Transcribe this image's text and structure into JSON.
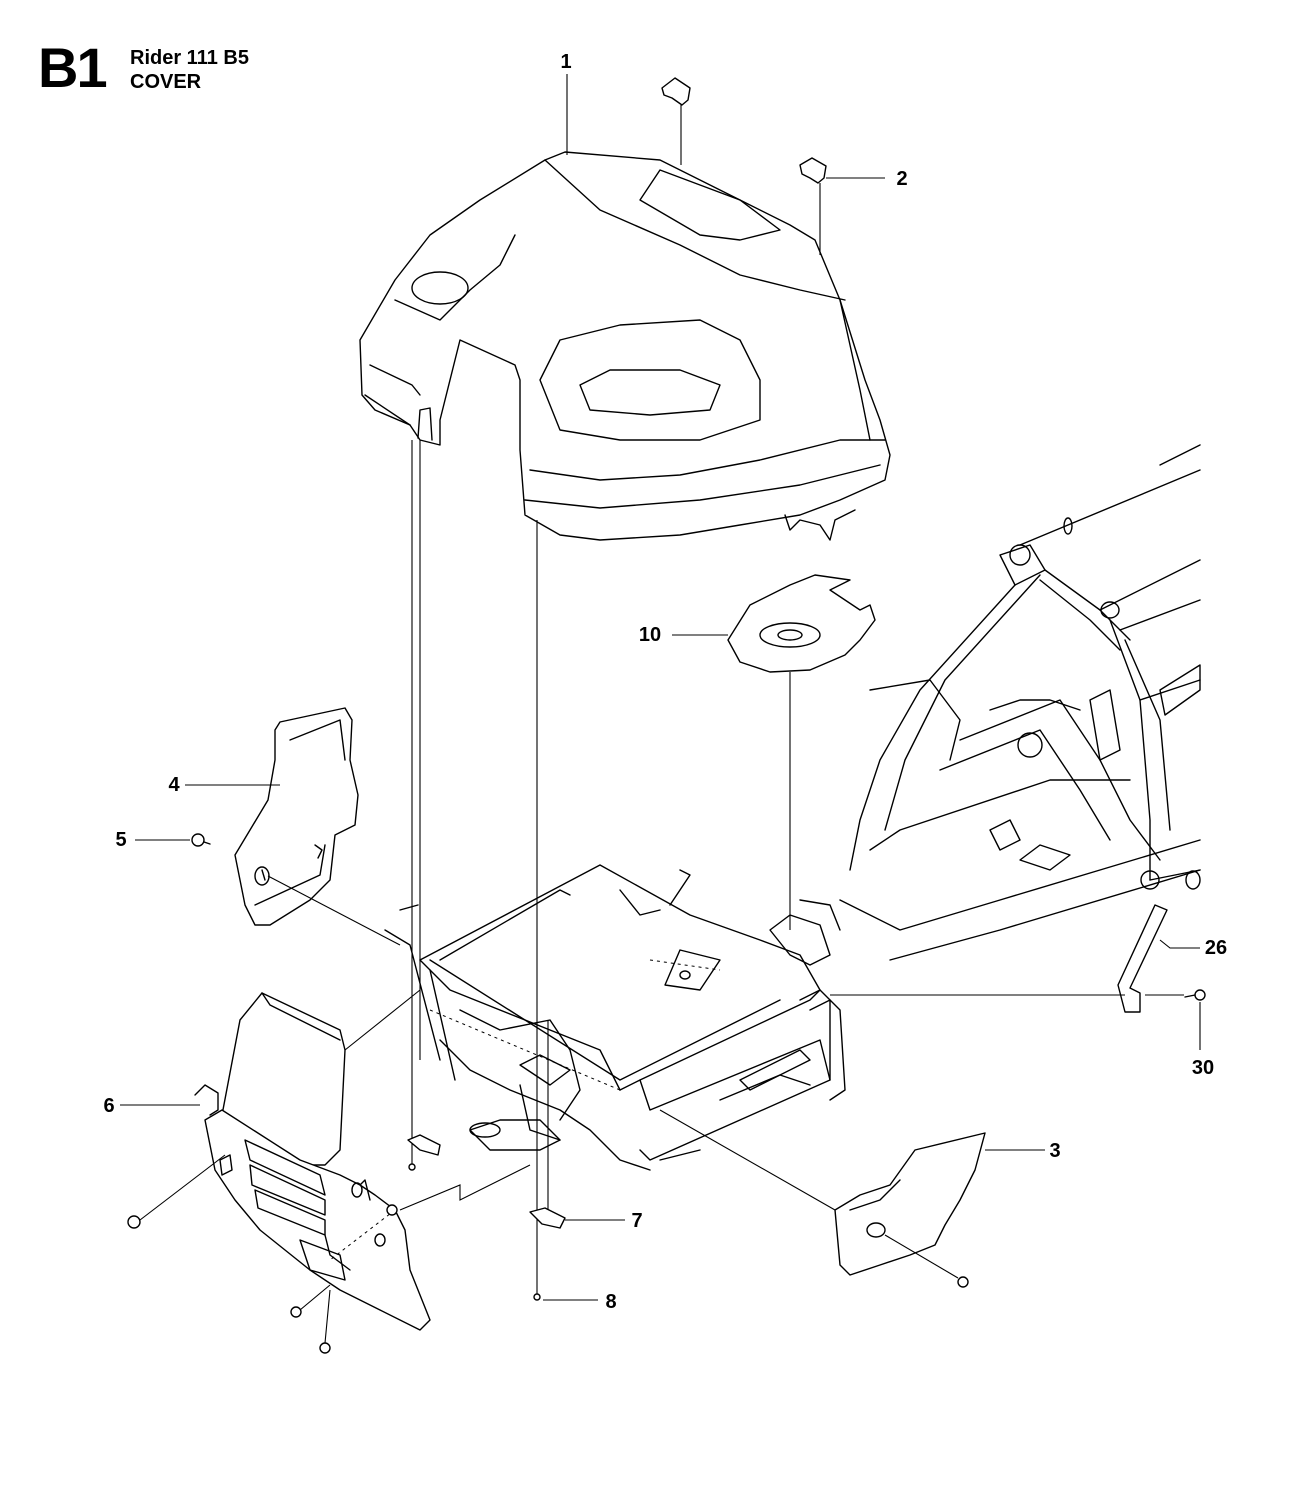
{
  "header": {
    "section_code": "B1",
    "model": "Rider 111 B5",
    "section_title": "COVER"
  },
  "callouts": [
    {
      "label": "1"
    },
    {
      "label": "2"
    },
    {
      "label": "3"
    },
    {
      "label": "4"
    },
    {
      "label": "5"
    },
    {
      "label": "6"
    },
    {
      "label": "7"
    },
    {
      "label": "8"
    },
    {
      "label": "10"
    },
    {
      "label": "26"
    },
    {
      "label": "30"
    }
  ],
  "colors": {
    "ink": "#000000",
    "paper": "#ffffff"
  }
}
